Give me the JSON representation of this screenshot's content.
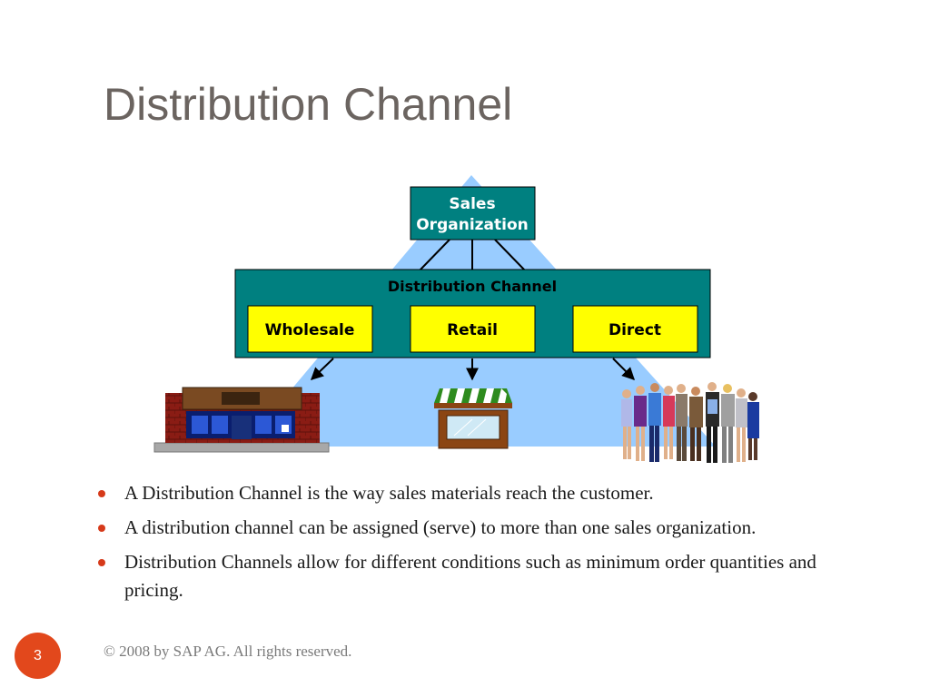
{
  "slide": {
    "title": "Distribution Channel",
    "page_number": "3",
    "footer": "© 2008 by SAP AG. All rights reserved."
  },
  "diagram": {
    "top_node": {
      "line1": "Sales",
      "line2": "Organization"
    },
    "channel_label": "Distribution Channel",
    "channels": [
      "Wholesale",
      "Retail",
      "Direct"
    ],
    "icons": [
      "warehouse-icon",
      "storefront-icon",
      "customers-group-icon"
    ],
    "colors": {
      "pyramid": "#99ccff",
      "teal": "#008080",
      "channel_box": "#ffff00",
      "text_white": "#ffffff",
      "text_dark": "#000000"
    }
  },
  "bullets": [
    "A Distribution Channel is the way sales materials reach the customer.",
    "A distribution channel can be assigned (serve) to more than one sales organization.",
    "Distribution Channels allow for different conditions such as minimum order quantities and pricing."
  ],
  "colors": {
    "accent": "#e2481c",
    "title": "#6b6460"
  }
}
